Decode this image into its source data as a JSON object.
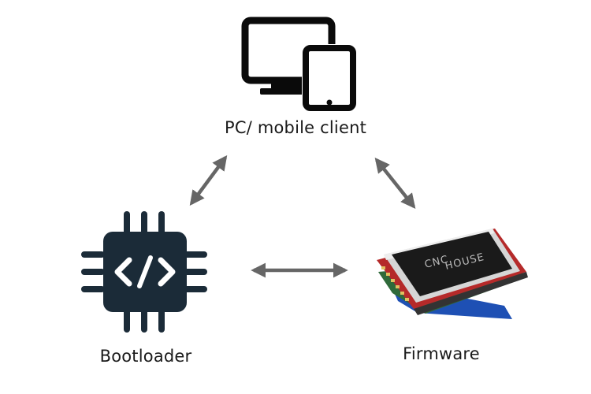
{
  "nodes": {
    "pc": {
      "label": "PC/ mobile client"
    },
    "bootloader": {
      "label": "Bootloader"
    },
    "firmware": {
      "label": "Firmware",
      "screen_brand_1": "CNC",
      "screen_brand_2": "HOUSE"
    }
  },
  "colors": {
    "arrow": "#666666",
    "chip": "#1b2b38",
    "device_icon": "#0a0a0a",
    "board_red": "#b52a2a",
    "board_blue": "#1e50b4",
    "board_green": "#2f6a3a"
  },
  "icons": [
    "desktop-monitor-icon",
    "tablet-icon",
    "chip-code-icon",
    "lcd-board-image"
  ]
}
